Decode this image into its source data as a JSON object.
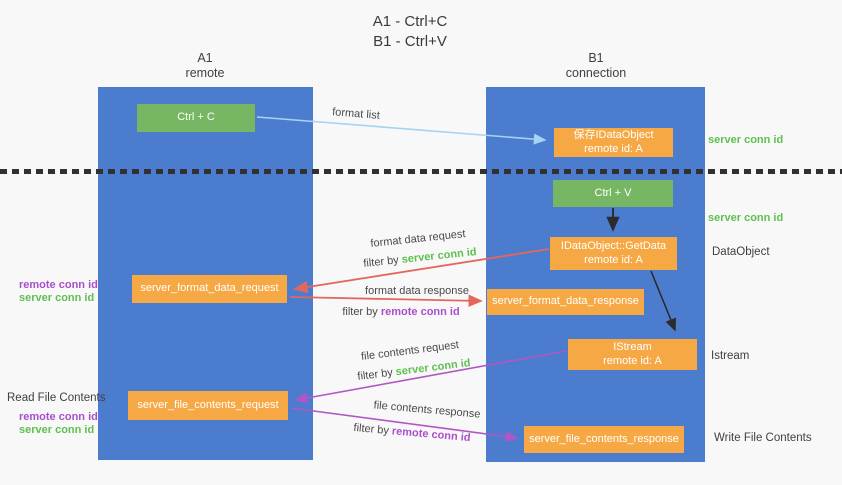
{
  "title": {
    "line1": "A1 - Ctrl+C",
    "line2": "B1 - Ctrl+V"
  },
  "lanes": [
    {
      "name": "A1",
      "subtitle": "remote"
    },
    {
      "name": "B1",
      "subtitle": "connection"
    }
  ],
  "nodes": {
    "ctrl_c": "Ctrl + C",
    "ctrl_v": "Ctrl + V",
    "save_idataobject": {
      "line1": "保存IDataObject",
      "line2": "remote id: A"
    },
    "getdata": {
      "line1": "IDataObject::GetData",
      "line2": "remote id: A"
    },
    "istream": {
      "line1": "IStream",
      "line2": "remote id: A"
    },
    "server_format_data_request": "server_format_data_request",
    "server_format_data_response": "server_format_data_response",
    "server_file_contents_request": "server_file_contents_request",
    "server_file_contents_response": "server_file_contents_response"
  },
  "messages": {
    "format_list": "format list",
    "format_data_request": "format data request",
    "format_data_response": "format data response",
    "file_contents_request": "file contents request",
    "file_contents_response": "file contents response",
    "filter_by": "filter by",
    "server_conn_id": "server conn id",
    "remote_conn_id": "remote conn id"
  },
  "side_labels": {
    "data_object": "DataObject",
    "istream": "Istream",
    "read_file_contents": "Read File Contents",
    "write_file_contents": "Write File Contents"
  },
  "colors": {
    "lane_blue": "#4b7ccd",
    "box_green": "#77b763",
    "box_orange": "#f6a844",
    "server_conn_id_green": "#5ec04f",
    "remote_conn_id_purple": "#aa4fcb",
    "arrow_red": "#e4675f",
    "arrow_purple": "#b356c5",
    "arrow_lightblue": "#a5d3f0",
    "arrow_black": "#2b2b2b",
    "background": "#f8f8f9"
  }
}
